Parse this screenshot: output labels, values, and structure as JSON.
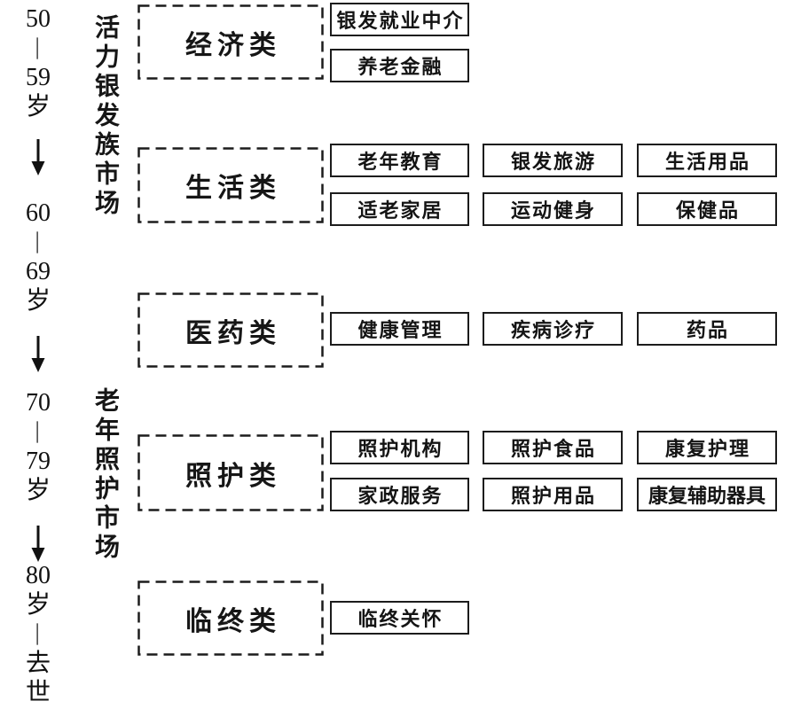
{
  "age_axis": {
    "segments": [
      {
        "lines": [
          "50",
          "—",
          "59",
          "岁"
        ]
      },
      {
        "lines": [
          "60",
          "—",
          "69",
          "岁"
        ]
      },
      {
        "lines": [
          "70",
          "—",
          "79",
          "岁"
        ]
      },
      {
        "lines": [
          "80",
          "岁",
          "—",
          "去",
          "世"
        ]
      }
    ]
  },
  "icons": {
    "down_arrow": "↓"
  },
  "markets": [
    {
      "label": "活力银发族市场"
    },
    {
      "label": "老年照护市场"
    }
  ],
  "categories": [
    {
      "label": "经济类",
      "items": [
        "银发就业中介",
        "养老金融"
      ]
    },
    {
      "label": "生活类",
      "items": [
        "老年教育",
        "银发旅游",
        "生活用品",
        "适老家居",
        "运动健身",
        "保健品"
      ]
    },
    {
      "label": "医药类",
      "items": [
        "健康管理",
        "疾病诊疗",
        "药品"
      ]
    },
    {
      "label": "照护类",
      "items": [
        "照护机构",
        "照护食品",
        "康复护理",
        "家政服务",
        "照护用品",
        "康复辅助器具"
      ]
    },
    {
      "label": "临终类",
      "items": [
        "临终关怀"
      ]
    }
  ],
  "colors": {
    "text": "#1a1a1a",
    "border": "#1c1c1c",
    "background": "#ffffff"
  }
}
